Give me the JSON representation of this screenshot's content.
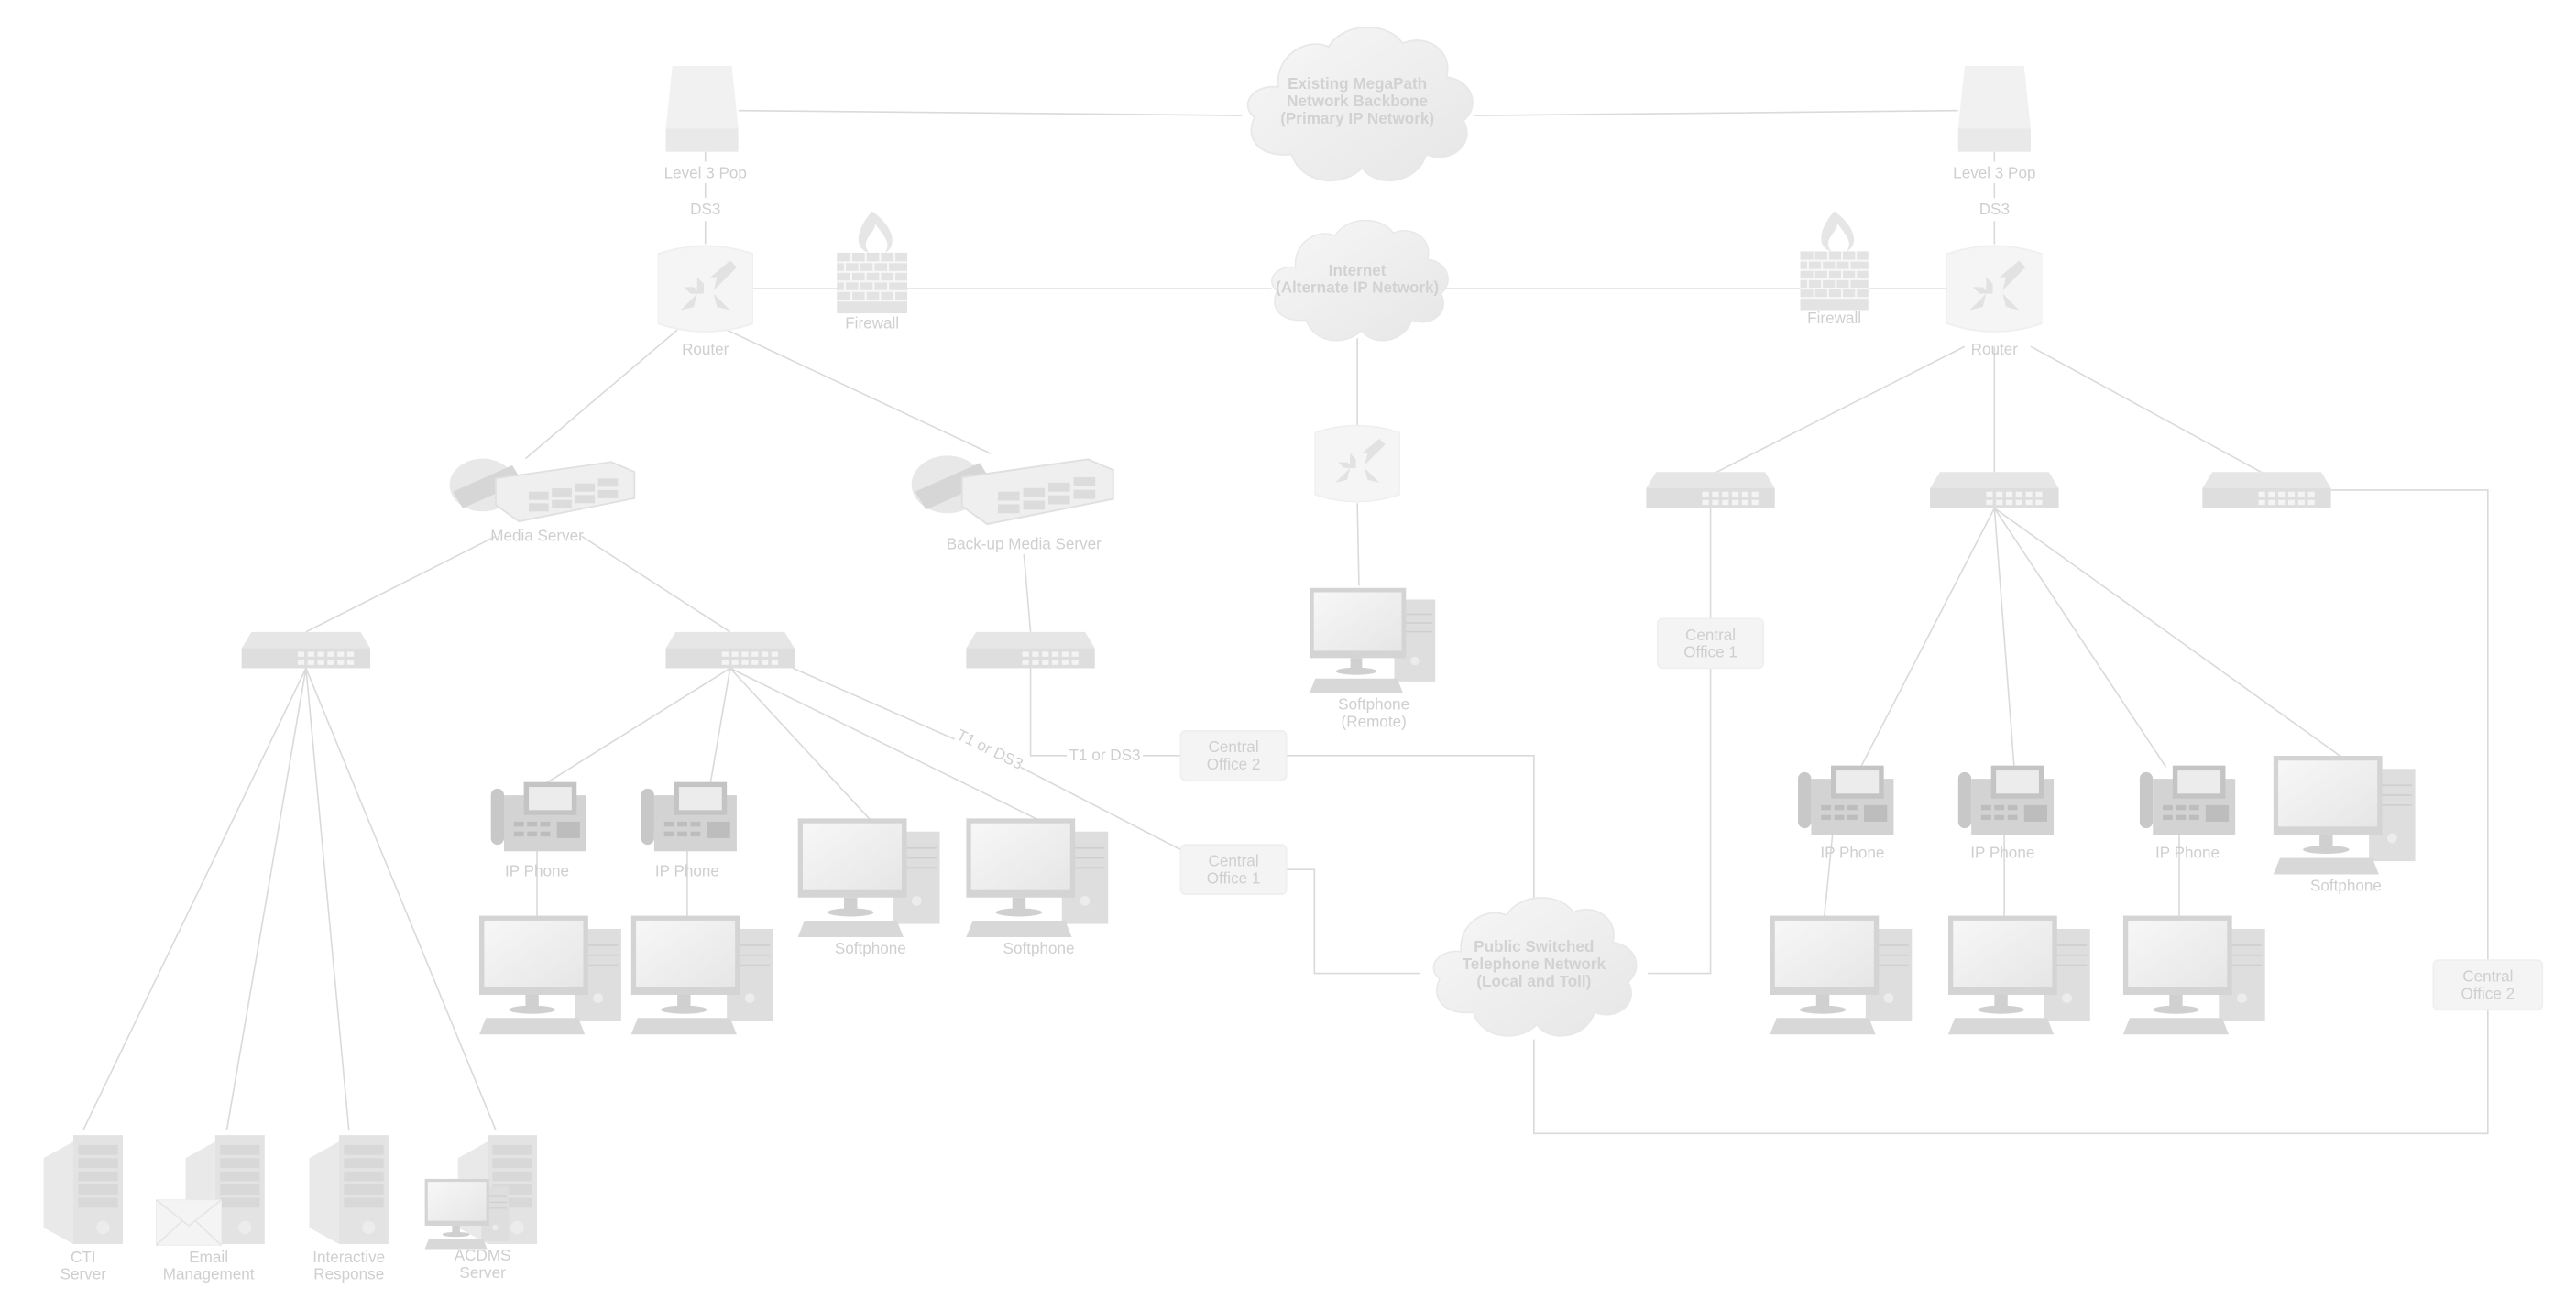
{
  "clouds": {
    "backbone": [
      "Existing MegaPath",
      "Network Backbone",
      "(Primary IP Network)"
    ],
    "internet": [
      "Internet",
      "(Alternate IP Network)"
    ],
    "pstn": [
      "Public Switched",
      "Telephone Network",
      "(Local and Toll)"
    ]
  },
  "labels": {
    "pop_left": "Level 3 Pop",
    "pop_right": "Level 3 Pop",
    "ds3_left": "DS3",
    "ds3_right": "DS3",
    "router_left": "Router",
    "router_right": "Router",
    "firewall_left": "Firewall",
    "firewall_right": "Firewall",
    "media_server": "Media Server",
    "backup_media_server": "Back-up Media Server",
    "softphone_remote": [
      "Softphone",
      "(Remote)"
    ],
    "link_diag": "T1 or DS3",
    "link_horiz": "T1 or DS3",
    "ip_phone": "IP Phone",
    "softphone": "Softphone",
    "servers": {
      "cti": [
        "CTI",
        "Server"
      ],
      "email": [
        "Email",
        "Management"
      ],
      "ivr": [
        "Interactive",
        "Response"
      ],
      "acdms": [
        "ACDMS",
        "Server"
      ]
    }
  },
  "central_offices": {
    "co2_left": [
      "Central",
      "Office 2"
    ],
    "co1_left": [
      "Central",
      "Office 1"
    ],
    "co1_right": [
      "Central",
      "Office 1"
    ],
    "co2_right": [
      "Central",
      "Office 2"
    ]
  }
}
